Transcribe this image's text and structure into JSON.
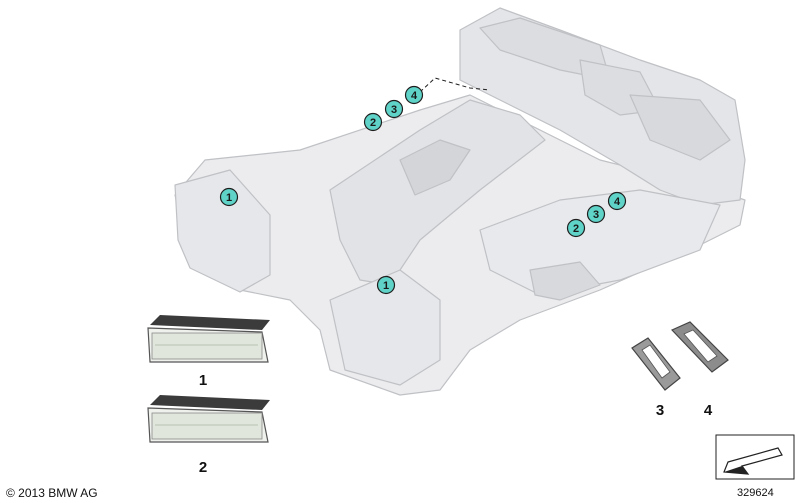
{
  "colors": {
    "callout_fill": "#5fd3c8",
    "callout_stroke": "#1e1e1e",
    "floor_fill": "#ececee",
    "floor_shade": "#d8d9dc",
    "outline": "#bfc1c5"
  },
  "callouts": [
    {
      "id": "c1a",
      "number": "1"
    },
    {
      "id": "c1b",
      "number": "1"
    },
    {
      "id": "c2a",
      "number": "2"
    },
    {
      "id": "c3a",
      "number": "3"
    },
    {
      "id": "c4a",
      "number": "4"
    },
    {
      "id": "c2b",
      "number": "2"
    },
    {
      "id": "c3b",
      "number": "3"
    },
    {
      "id": "c4b",
      "number": "4"
    }
  ],
  "parts": [
    {
      "id": "p1",
      "label": "1",
      "icon": "footwell-light-icon"
    },
    {
      "id": "p2",
      "label": "2",
      "icon": "footwell-light-icon"
    },
    {
      "id": "p3",
      "label": "3",
      "icon": "mounting-frame-icon"
    },
    {
      "id": "p4",
      "label": "4",
      "icon": "mounting-frame-icon"
    }
  ],
  "footer": {
    "copyright": "© 2013 BMW AG",
    "drawing_number": "329624",
    "symbol_icon": "assembly-arrow-icon"
  }
}
